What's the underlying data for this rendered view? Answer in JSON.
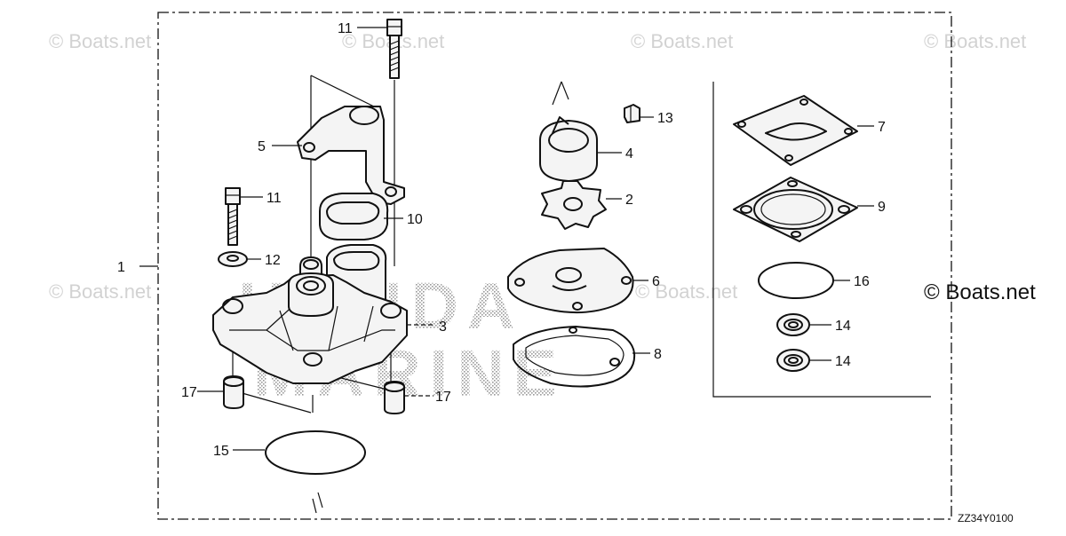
{
  "diagram": {
    "watermark_text": "© Boats.net",
    "logo_words": [
      "HONDA",
      "MARINE"
    ],
    "figure_code": "ZZ34Y0100",
    "callouts": {
      "c1": "1",
      "c2": "2",
      "c3": "3",
      "c4": "4",
      "c5": "5",
      "c6": "6",
      "c7": "7",
      "c8": "8",
      "c9": "9",
      "c10": "10",
      "c11a": "11",
      "c11b": "11",
      "c12": "12",
      "c13": "13",
      "c14a": "14",
      "c14b": "14",
      "c15": "15",
      "c16": "16",
      "c17a": "17",
      "c17b": "17"
    }
  }
}
